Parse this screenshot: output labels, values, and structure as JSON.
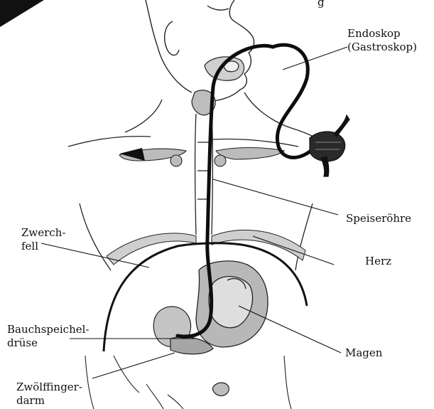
{
  "labels": {
    "endoskop": {
      "line1": "Endoskop",
      "line2": "(Gastroskop)"
    },
    "speiseroehre": "Speiseröhre",
    "zwerchfell": {
      "line1": "Zwerch-",
      "line2": "fell"
    },
    "herz": "Herz",
    "bauchspeicheldruese": {
      "line1": "Bauchspeichel-",
      "line2": "drüse"
    },
    "magen": "Magen",
    "zwoelffingerdarm": {
      "line1": "Zwölffinger-",
      "line2": "darm"
    },
    "top_fragment": "g"
  },
  "colors": {
    "ink": "#111111",
    "shade": "#9a9a9a",
    "tube": "#0d0d0d"
  }
}
